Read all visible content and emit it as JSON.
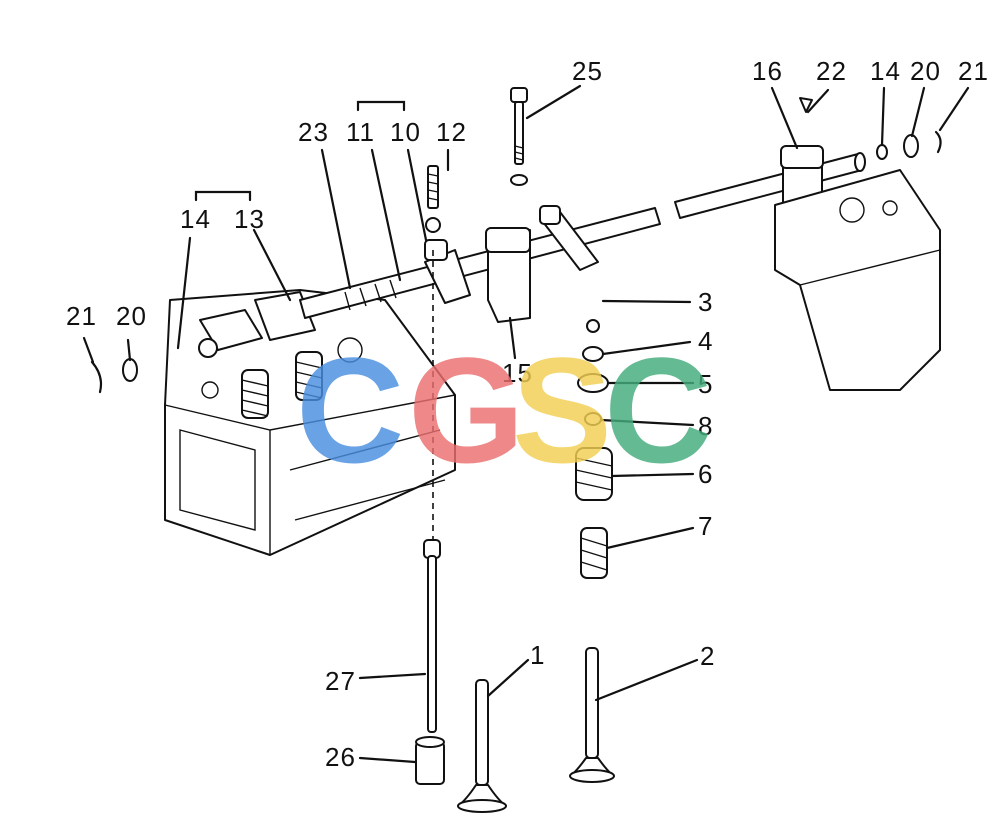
{
  "labels": {
    "l1": "1",
    "l2": "2",
    "l3": "3",
    "l4": "4",
    "l5": "5",
    "l6": "6",
    "l7": "7",
    "l8": "8",
    "l10": "10",
    "l11": "11",
    "l12": "12",
    "l13": "13",
    "l14a": "14",
    "l14b": "14",
    "l15": "15",
    "l16": "16",
    "l20a": "20",
    "l20b": "20",
    "l21a": "21",
    "l21b": "21",
    "l22": "22",
    "l23": "23",
    "l25": "25",
    "l26": "26",
    "l27": "27"
  },
  "watermark": {
    "letters": [
      "C",
      "G",
      "S",
      "C"
    ],
    "colors": [
      "#4a8fe0",
      "#ec6f6f",
      "#f2cf52",
      "#43ad7c"
    ]
  }
}
